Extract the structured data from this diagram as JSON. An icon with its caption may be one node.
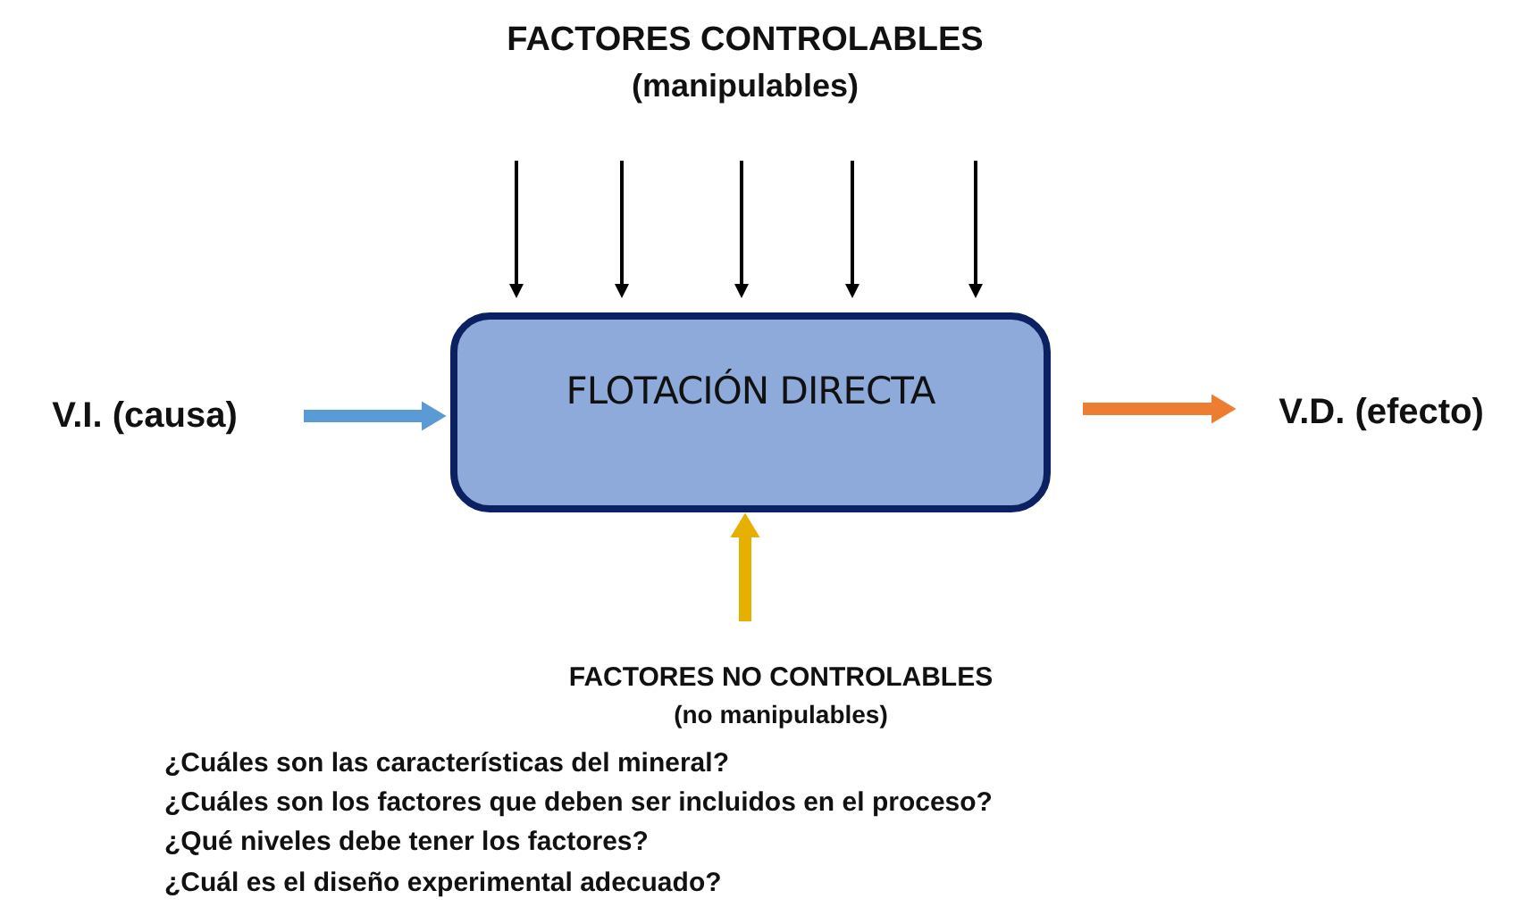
{
  "diagram": {
    "nodes": [
      {
        "text": [
          "FACTORES CONTROLABLES",
          "(manipulables)"
        ]
      },
      {
        "text": [
          "V.I. (causa)"
        ]
      },
      {
        "text": [
          "FLOTACIÓN DIRECTA"
        ]
      },
      {
        "text": [
          "V.D. (efecto)"
        ]
      },
      {
        "text": [
          "FACTORES NO CONTROLABLES",
          "(no manipulables)"
        ]
      }
    ],
    "edges": [
      {
        "from": 0,
        "to": 2,
        "arrow": "to"
      },
      {
        "from": 0,
        "to": 2,
        "arrow": "to"
      },
      {
        "from": 0,
        "to": 2,
        "arrow": "to"
      },
      {
        "from": 0,
        "to": 2,
        "arrow": "to"
      },
      {
        "from": 0,
        "to": 2,
        "arrow": "to"
      },
      {
        "from": 1,
        "to": 2,
        "arrow": "to",
        "style": "thick",
        "color": "#5b9bd5"
      },
      {
        "from": 2,
        "to": 3,
        "arrow": "to",
        "style": "thick",
        "color": "#ed7d31"
      },
      {
        "from": 4,
        "to": 2,
        "arrow": "to",
        "style": "thick",
        "color": "#e6b000"
      }
    ],
    "labels": [
      "¿Cuáles son las características del mineral?",
      "¿Cuáles son los factores que deben ser incluidos en el proceso?",
      "¿Qué niveles debe tener los factores?",
      "¿Cuál es el diseño experimental adecuado?"
    ]
  }
}
